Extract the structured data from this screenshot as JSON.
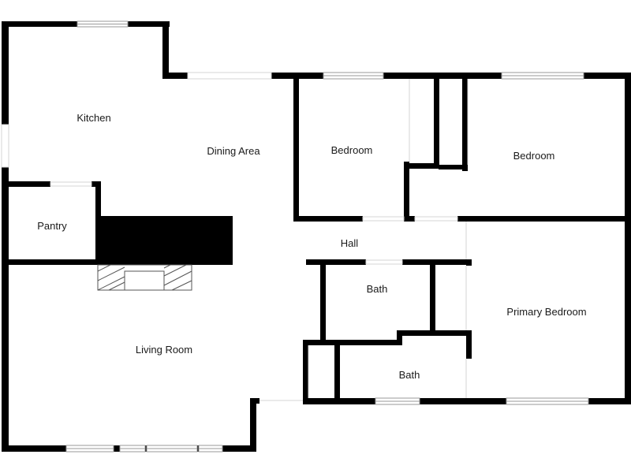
{
  "rooms": {
    "kitchen": "Kitchen",
    "dining_area": "Dining Area",
    "bedroom_left": "Bedroom",
    "bedroom_right": "Bedroom",
    "pantry": "Pantry",
    "hall": "Hall",
    "bath_upper": "Bath",
    "bath_lower": "Bath",
    "primary_bedroom": "Primary Bedroom",
    "living_room": "Living Room"
  },
  "colors": {
    "wall": "#000000",
    "window": "#9a9a9a",
    "background": "#ffffff"
  }
}
